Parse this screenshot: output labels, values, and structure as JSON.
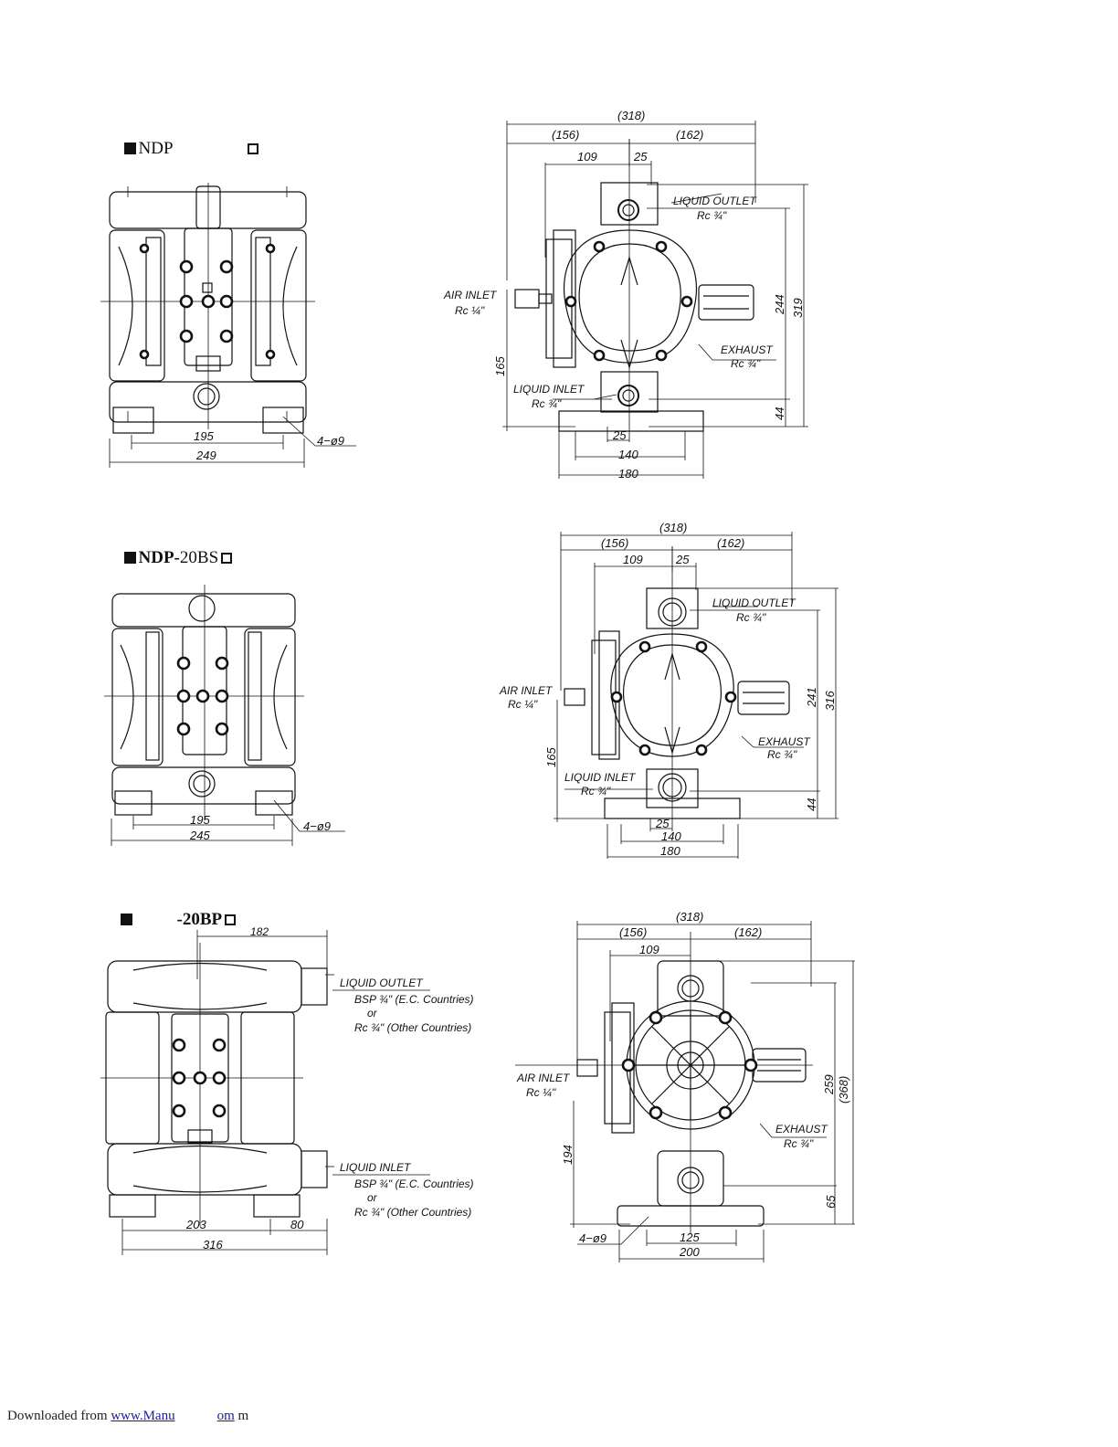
{
  "sections": [
    {
      "title_prefix": "NDP",
      "title_suffix": "",
      "front": {
        "d195": "195",
        "d249": "249",
        "holes": "4−ø9"
      },
      "side": {
        "d318": "(318)",
        "d156": "(156)",
        "d162": "(162)",
        "d109": "109",
        "d25t": "25",
        "liquid_outlet": "LIQUID OUTLET",
        "rc_outlet": "Rc ¾\"",
        "air_inlet": "AIR INLET",
        "rc_air": "Rc ¼\"",
        "exhaust": "EXHAUST",
        "rc_exhaust": "Rc ¾\"",
        "liquid_inlet": "LIQUID INLET",
        "rc_inlet": "Rc ¾\"",
        "d244": "244",
        "d319": "319",
        "d165": "165",
        "d44": "44",
        "d25b": "25",
        "d140": "140",
        "d180": "180"
      }
    },
    {
      "title_prefix": "NDP-",
      "title_suffix": "20BS",
      "front": {
        "d195": "195",
        "d245": "245",
        "holes": "4−ø9"
      },
      "side": {
        "d318": "(318)",
        "d156": "(156)",
        "d162": "(162)",
        "d109": "109",
        "d25t": "25",
        "liquid_outlet": "LIQUID OUTLET",
        "rc_outlet": "Rc ¾\"",
        "air_inlet": "AIR INLET",
        "rc_air": "Rc ¼\"",
        "exhaust": "EXHAUST",
        "rc_exhaust": "Rc ¾\"",
        "liquid_inlet": "LIQUID INLET",
        "rc_inlet": "Rc ¾\"",
        "d241": "241",
        "d316": "316",
        "d165": "165",
        "d44": "44",
        "d25b": "25",
        "d140": "140",
        "d180": "180"
      }
    },
    {
      "title_prefix": "",
      "title_suffix": "-20BP",
      "front": {
        "d182": "182",
        "liquid_outlet": "LIQUID OUTLET",
        "bsp1": "BSP ¾\" (E.C. Countries)",
        "or1": "or",
        "rc1": "Rc ¾\" (Other Countries)",
        "liquid_inlet": "LIQUID INLET",
        "bsp2": "BSP ¾\" (E.C. Countries)",
        "or2": "or",
        "rc2": "Rc ¾\" (Other Countries)",
        "d203": "203",
        "d80": "80",
        "d316": "316"
      },
      "side": {
        "d318": "(318)",
        "d156": "(156)",
        "d162": "(162)",
        "d109": "109",
        "air_inlet": "AIR INLET",
        "rc_air": "Rc ¼\"",
        "exhaust": "EXHAUST",
        "rc_exhaust": "Rc ¾\"",
        "d259": "259",
        "d368": "(368)",
        "d194": "194",
        "d65": "65",
        "holes": "4−ø9",
        "d125": "125",
        "d200": "200"
      }
    }
  ],
  "footer": {
    "prefix": "Downloaded from ",
    "link": "www.Manu",
    "link2": "om",
    "suffix": " m"
  }
}
